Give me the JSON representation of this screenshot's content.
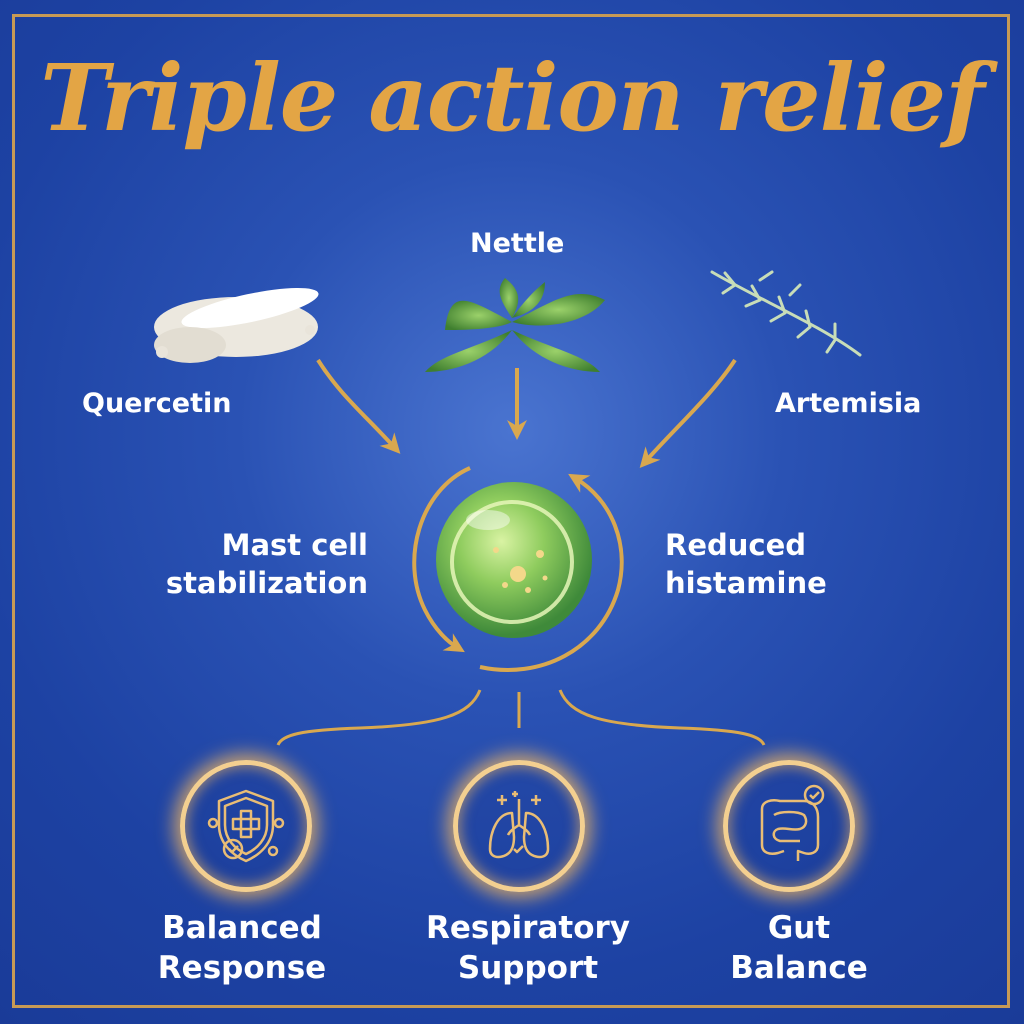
{
  "title": "Triple action relief",
  "ingredients": {
    "left": "Quercetin",
    "center": "Nettle",
    "right": "Artemisia"
  },
  "mechanisms": {
    "left_line1": "Mast cell",
    "left_line2": "stabilization",
    "right_line1": "Reduced",
    "right_line2": "histamine"
  },
  "benefits": [
    {
      "line1": "Balanced",
      "line2": "Response",
      "icon": "shield-immune-icon"
    },
    {
      "line1": "Respiratory",
      "line2": "Support",
      "icon": "lungs-icon"
    },
    {
      "line1": "Gut",
      "line2": "Balance",
      "icon": "intestine-icon"
    }
  ],
  "colors": {
    "background": "#1d42a3",
    "gold": "#c79a55",
    "title": "#e3a545",
    "text": "#ffffff",
    "cell": "#8fd06a"
  }
}
